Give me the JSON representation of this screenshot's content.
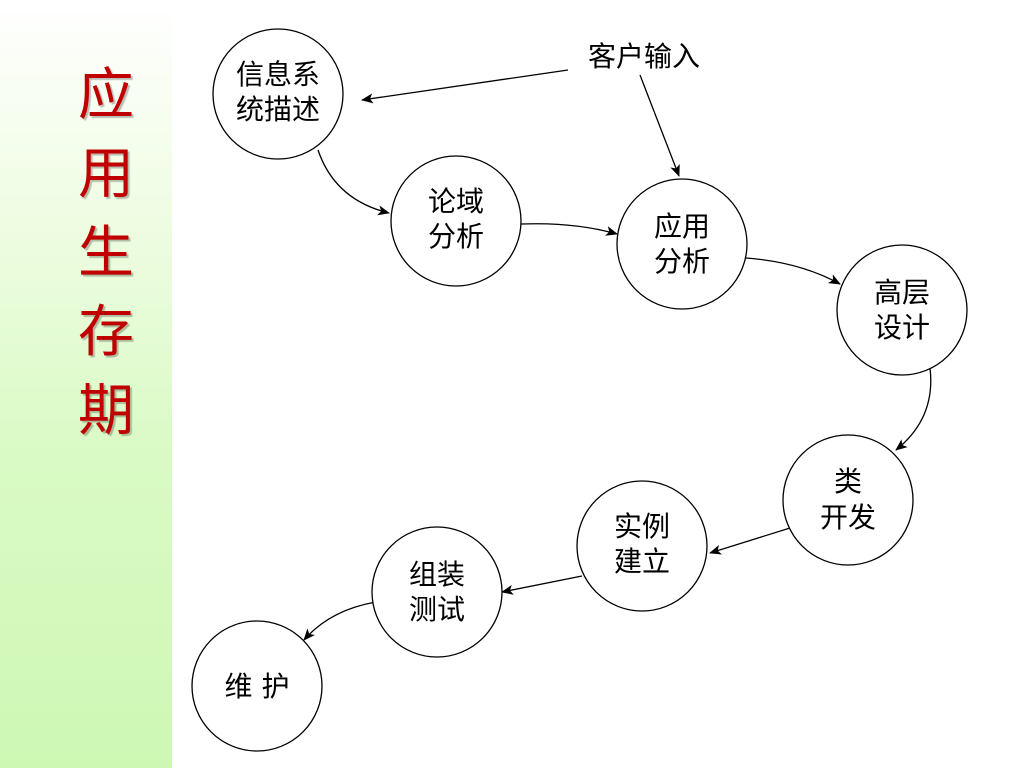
{
  "title_chars": [
    "应",
    "用",
    "生",
    "存",
    "期"
  ],
  "colors": {
    "title": "#c00000",
    "sidebar": "#d9fac4"
  },
  "input_label": "客户输入",
  "nodes": [
    {
      "lines": [
        "信息系",
        "统描述"
      ]
    },
    {
      "lines": [
        "论域",
        "分析"
      ]
    },
    {
      "lines": [
        "应用",
        "分析"
      ]
    },
    {
      "lines": [
        "高层",
        "设计"
      ]
    },
    {
      "lines": [
        "类",
        "开发"
      ]
    },
    {
      "lines": [
        "实例",
        "建立"
      ]
    },
    {
      "lines": [
        "组装",
        "测试"
      ]
    },
    {
      "lines": [
        "维 护"
      ]
    }
  ]
}
